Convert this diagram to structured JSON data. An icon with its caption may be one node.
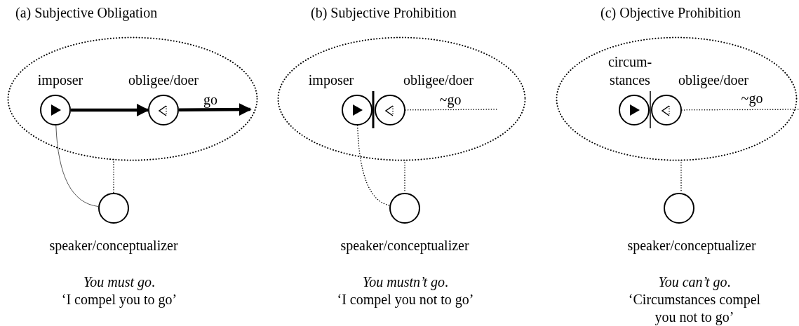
{
  "diagram": {
    "nodes": [
      {
        "text": [],
        "shape": "ellipse"
      },
      {
        "text": [
          "imposer"
        ],
        "in": 0
      },
      {
        "text": [
          "obligee/doer"
        ],
        "in": 0
      },
      {
        "text": [
          "speaker/conceptualizer"
        ]
      },
      {
        "text": [],
        "shape": "ellipse"
      },
      {
        "text": [
          "imposer"
        ],
        "in": 4
      },
      {
        "text": [
          "obligee/doer"
        ],
        "in": 4
      },
      {
        "text": [
          "speaker/conceptualizer"
        ]
      },
      {
        "text": [],
        "shape": "ellipse"
      },
      {
        "text": [
          "circum- stances"
        ],
        "in": 8
      },
      {
        "text": [
          "obligee/doer"
        ],
        "in": 8
      },
      {
        "text": [
          "speaker/conceptualizer"
        ]
      }
    ],
    "edges": [
      {
        "from": 1,
        "to": 2,
        "arrow": "to",
        "style": "thick"
      },
      {
        "from": 2,
        "to": null,
        "arrow": "to",
        "style": "thick",
        "label": "go"
      },
      {
        "from": 1,
        "to": 3,
        "arrow": "none",
        "color": "#555555"
      },
      {
        "from": 0,
        "to": 3,
        "arrow": "none",
        "style": "dashed"
      },
      {
        "from": 6,
        "to": null,
        "arrow": "none",
        "style": "dashed",
        "label": "~go"
      },
      {
        "from": 5,
        "to": 7,
        "arrow": "none",
        "style": "dashed"
      },
      {
        "from": 4,
        "to": 7,
        "arrow": "none",
        "style": "dashed"
      },
      {
        "from": 10,
        "to": null,
        "arrow": "none",
        "style": "dashed",
        "label": "~go"
      },
      {
        "from": 8,
        "to": 11,
        "arrow": "none",
        "style": "dashed"
      }
    ],
    "labels": [
      "(a) Subjective Obligation",
      "(b) Subjective Prohibition",
      "(c) Objective Prohibition",
      "*You must go*.",
      "*You mustn’t go*.",
      "*You can’t go*.",
      "‘I compel you to go’",
      "‘I compel you not to go’",
      "‘Circumstances compel you not to go’"
    ]
  }
}
